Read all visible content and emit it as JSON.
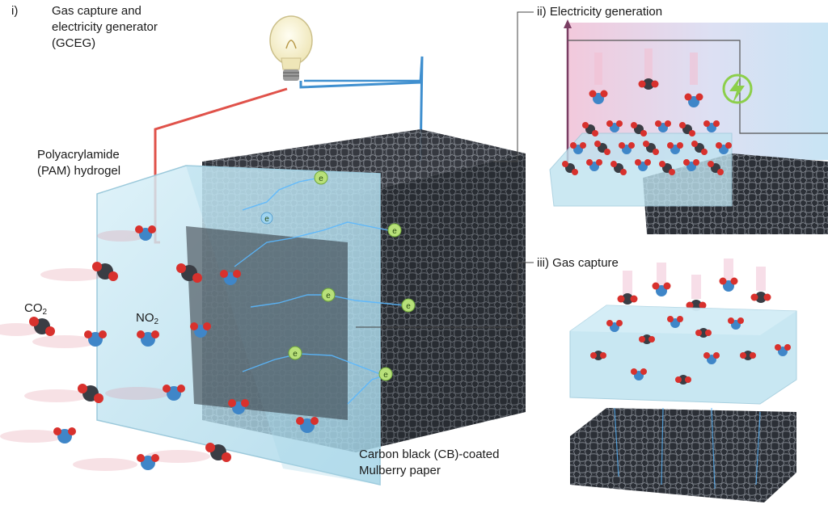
{
  "panels": {
    "main": {
      "number": "i)",
      "title_lines": [
        "Gas capture and",
        "electricity generator",
        "(GCEG)"
      ]
    },
    "electricity": {
      "label": "ii) Electricity generation"
    },
    "capture": {
      "label": "iii) Gas capture"
    }
  },
  "labels": {
    "hydrogel_lines": [
      "Polyacrylamide",
      "(PAM) hydrogel"
    ],
    "co2_base": "CO",
    "co2_sub": "2",
    "no2_base": "NO",
    "no2_sub": "2",
    "paper_lines": [
      "Carbon black (CB)-coated",
      "Mulberry paper"
    ],
    "electron": "e"
  },
  "colors": {
    "wire_red": "#e0524a",
    "wire_blue": "#3f8fcf",
    "hydrogel": "#bfe3f0",
    "carbon": "#2b2f36",
    "oxygen": "#d8312d",
    "nitrogen": "#3f86c8",
    "carbon_atom": "#3a3d44",
    "electron": "#b8e07a",
    "bolt": "#8ccf4a"
  },
  "icons": [
    "light-bulb-icon",
    "lightning-bolt-icon",
    "electron-icon"
  ]
}
